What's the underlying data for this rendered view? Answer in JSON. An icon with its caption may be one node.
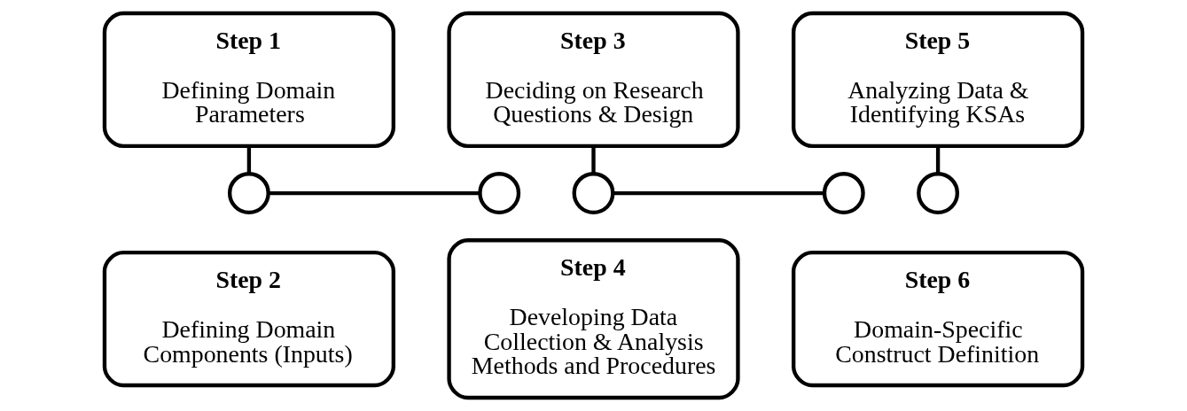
{
  "diagram": {
    "nodes": [
      {
        "text": [
          "Step 1",
          "Defining Domain Parameters"
        ]
      },
      {
        "text": [
          "Step 2",
          "Defining Domain Components (Inputs)"
        ]
      },
      {
        "text": [
          "Step 3",
          "Deciding on Research Questions & Design"
        ]
      },
      {
        "text": [
          "Step 4",
          "Developing Data Collection & Analysis Methods and Procedures"
        ]
      },
      {
        "text": [
          "Step 5",
          "Analyzing Data & Identifying KSAs"
        ]
      },
      {
        "text": [
          "Step 6",
          "Domain-Specific Construct Definition"
        ]
      },
      {
        "text": [],
        "shape": "circle"
      },
      {
        "text": [],
        "shape": "circle"
      },
      {
        "text": [],
        "shape": "circle"
      },
      {
        "text": [],
        "shape": "circle"
      },
      {
        "text": [],
        "shape": "circle"
      }
    ],
    "edges": [
      {
        "from": 0,
        "to": 6,
        "arrow": "none"
      },
      {
        "from": 6,
        "to": 7,
        "arrow": "none"
      },
      {
        "from": 2,
        "to": 8,
        "arrow": "none"
      },
      {
        "from": 8,
        "to": 9,
        "arrow": "none"
      },
      {
        "from": 4,
        "to": 10,
        "arrow": "none"
      }
    ]
  }
}
